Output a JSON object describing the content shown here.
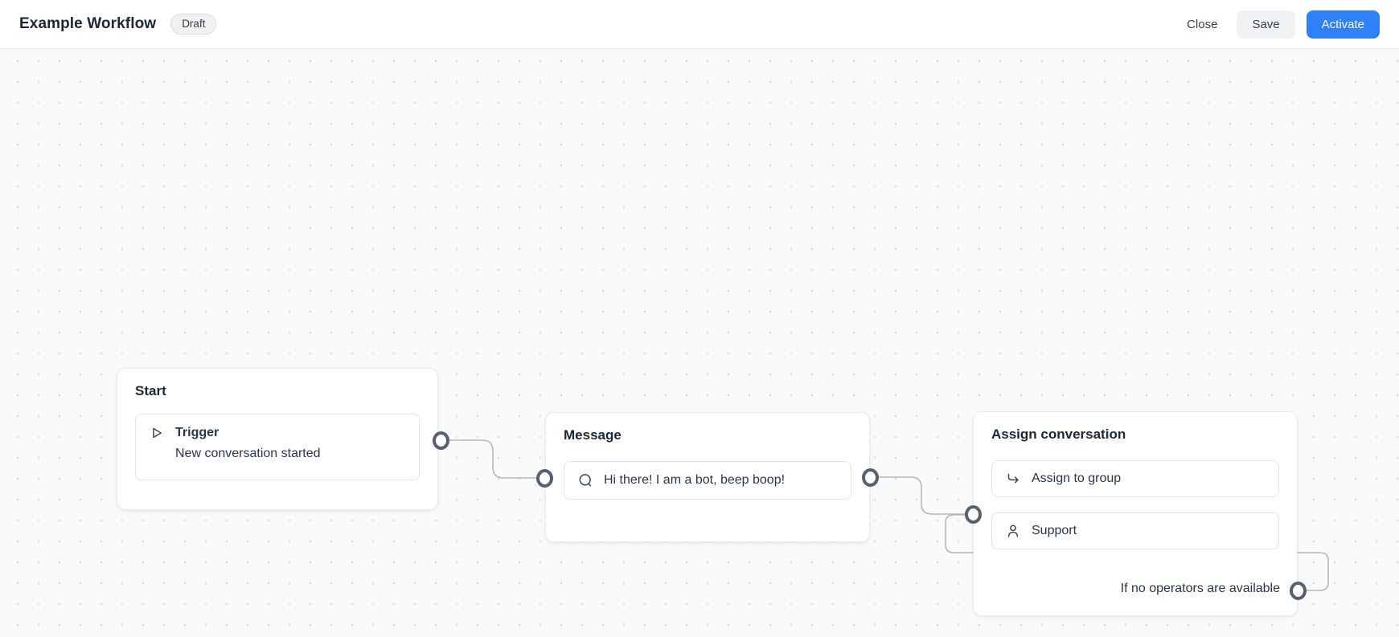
{
  "header": {
    "title": "Example Workflow",
    "status_badge": "Draft",
    "close_label": "Close",
    "save_label": "Save",
    "activate_label": "Activate"
  },
  "canvas": {
    "nodes": [
      {
        "title": "Start",
        "step": {
          "icon": "play-icon",
          "title": "Trigger",
          "subtitle": "New conversation started"
        }
      },
      {
        "title": "Message",
        "step": {
          "icon": "chat-bubble-icon",
          "text": "Hi there! I am a bot, beep boop!"
        }
      },
      {
        "title": "Assign conversation",
        "steps": [
          {
            "icon": "assign-arrow-icon",
            "text": "Assign to group"
          },
          {
            "icon": "user-icon",
            "text": "Support"
          }
        ],
        "footer_label": "If no operators are available"
      }
    ]
  },
  "colors": {
    "accent_blue": "#2e81f7",
    "canvas_background": "#fafafa",
    "wire_gray": "#b3b7bf",
    "connector_ring": "#57606e"
  }
}
